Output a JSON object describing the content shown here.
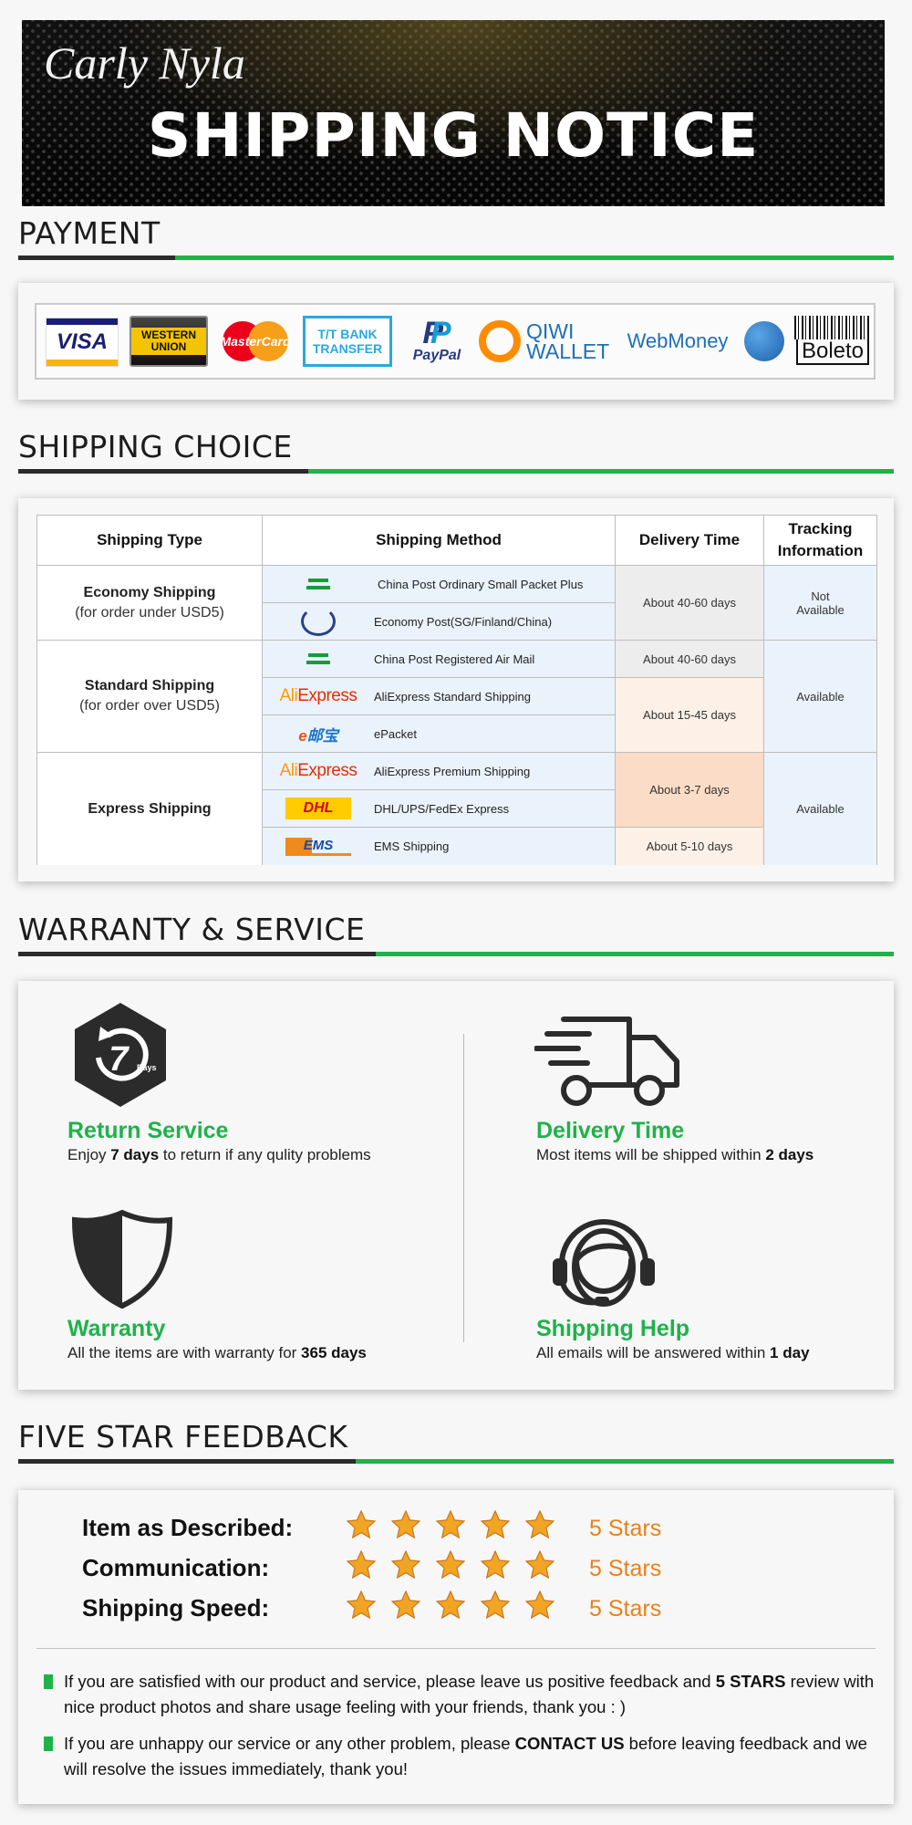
{
  "banner": {
    "brand": "Carly Nyla",
    "title": "SHIPPING NOTICE"
  },
  "sections": {
    "payment": "PAYMENT",
    "shipping": "SHIPPING CHOICE",
    "warranty": "WARRANTY & SERVICE",
    "feedback": "FIVE STAR FEEDBACK"
  },
  "payment": {
    "logos": [
      {
        "icon": "visa-logo",
        "text": "VISA"
      },
      {
        "icon": "western-union-logo",
        "text": "WESTERN UNION"
      },
      {
        "icon": "mastercard-logo",
        "text": "MasterCard"
      },
      {
        "icon": "tt-bank-transfer-logo",
        "text": "T/T BANK TRANSFER"
      },
      {
        "icon": "paypal-logo",
        "text": "PayPal"
      },
      {
        "icon": "qiwi-wallet-logo",
        "text": "QIWI WALLET"
      },
      {
        "icon": "webmoney-logo",
        "text": "WebMoney"
      },
      {
        "icon": "webmoney-globe-logo",
        "text": ""
      },
      {
        "icon": "boleto-logo",
        "text": "Boleto"
      }
    ]
  },
  "shipping": {
    "headers": [
      "Shipping Type",
      "Shipping Method",
      "Delivery Time",
      "Tracking Information"
    ],
    "types": [
      {
        "name": "Economy Shipping",
        "note": "(for order under USD5)"
      },
      {
        "name": "Standard Shipping",
        "note": "(for order over USD5)"
      },
      {
        "name": "Express Shipping",
        "note": ""
      }
    ],
    "methods": [
      {
        "logo": "china-post-logo",
        "name": "China Post Ordinary Small Packet Plus"
      },
      {
        "logo": "upu-logo",
        "name": "Economy Post(SG/Finland/China)"
      },
      {
        "logo": "china-post-logo",
        "name": "China Post Registered Air Mail"
      },
      {
        "logo": "aliexpress-logo",
        "name": "AliExpress Standard Shipping"
      },
      {
        "logo": "epacket-logo",
        "name": "ePacket"
      },
      {
        "logo": "aliexpress-logo",
        "name": "AliExpress Premium Shipping"
      },
      {
        "logo": "dhl-logo",
        "name": "DHL/UPS/FedEx Express"
      },
      {
        "logo": "ems-logo",
        "name": "EMS Shipping"
      }
    ],
    "delivery": [
      "About 40-60 days",
      "About 40-60 days",
      "About 15-45 days",
      "About 3-7 days",
      "About 5-10 days"
    ],
    "tracking": [
      "Not Available",
      "Available",
      "Available"
    ],
    "logo_text": {
      "aliexpress_a": "Ali",
      "aliexpress_b": "Express",
      "epacket_a": "e",
      "epacket_b": "邮宝",
      "dhl": "DHL",
      "ems": "EMS"
    }
  },
  "warranty": {
    "items": [
      {
        "icon": "return-7-days-icon",
        "badge": "7",
        "badge_sub": "Days",
        "title": "Return Service",
        "desc_pre": "Enjoy ",
        "desc_bold": "7 days",
        "desc_post": " to return if any qulity problems"
      },
      {
        "icon": "delivery-truck-icon",
        "title": "Delivery Time",
        "desc_pre": "Most items will be shipped within ",
        "desc_bold": "2 days",
        "desc_post": ""
      },
      {
        "icon": "shield-icon",
        "title": "Warranty",
        "desc_pre": "All the items are with warranty for ",
        "desc_bold": "365 days",
        "desc_post": ""
      },
      {
        "icon": "headset-support-icon",
        "title": "Shipping Help",
        "desc_pre": "All emails will be answered within ",
        "desc_bold": "1 day",
        "desc_post": ""
      }
    ]
  },
  "feedback": {
    "ratings": [
      {
        "label": "Item as Described:",
        "stars": 5,
        "score": "5 Stars"
      },
      {
        "label": "Communication:",
        "stars": 5,
        "score": "5 Stars"
      },
      {
        "label": "Shipping Speed:",
        "stars": 5,
        "score": "5 Stars"
      }
    ],
    "notes": [
      {
        "pre": "If you are satisfied with our product and service, please leave us positive feedback and ",
        "bold": "5 STARS",
        "post": " review with nice product photos and share usage feeling with your friends, thank you : )"
      },
      {
        "pre": "If you are unhappy our service or any other problem, please ",
        "bold": "CONTACT US",
        "post": " before leaving feedback and we will resolve the issues immediately, thank you!"
      }
    ]
  },
  "colors": {
    "accent_green": "#1fb24a",
    "star_orange": "#e8811c",
    "dark": "#2b2b2b"
  }
}
